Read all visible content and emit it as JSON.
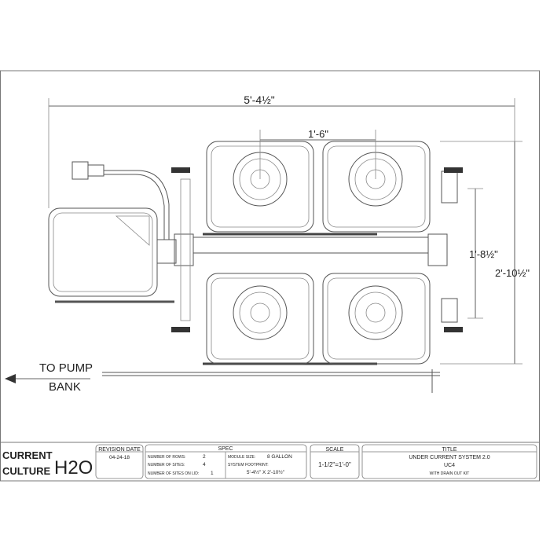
{
  "dimensions": {
    "overall_width": "5'-4½\"",
    "site_spacing": "1'-6\"",
    "row_spacing": "1'-8½\"",
    "overall_depth": "2'-10½\""
  },
  "annotation": {
    "line1": "TO PUMP",
    "line2": "BANK"
  },
  "logo": {
    "text1": "CURRENT",
    "text2": "CULTURE",
    "mark": "H2O"
  },
  "title_block": {
    "revision": {
      "header": "REVISION DATE",
      "date": "04-24-18"
    },
    "spec": {
      "header": "SPEC",
      "rows_label": "NUMBER OF ROWS:",
      "rows_value": "2",
      "sites_label": "NUMBER OF SITES:",
      "sites_value": "4",
      "sites_lid_label": "NUMBER OF SITES ON LID:",
      "sites_lid_value": "1",
      "module_label": "MODULE SIZE:",
      "module_value": "8 GALLON",
      "footprint_label": "SYSTEM FOOTPRINT:",
      "footprint_value": "5'-4½\" X 2'-10½\""
    },
    "scale": {
      "header": "SCALE",
      "value": "1-1/2\"=1'-0\""
    },
    "title": {
      "header": "TITLE",
      "name": "UNDER CURRENT SYSTEM 2.0",
      "model": "UC4",
      "note": "WITH DRAIN OUT KIT"
    }
  },
  "colors": {
    "line": "#555555",
    "border": "#777777"
  }
}
